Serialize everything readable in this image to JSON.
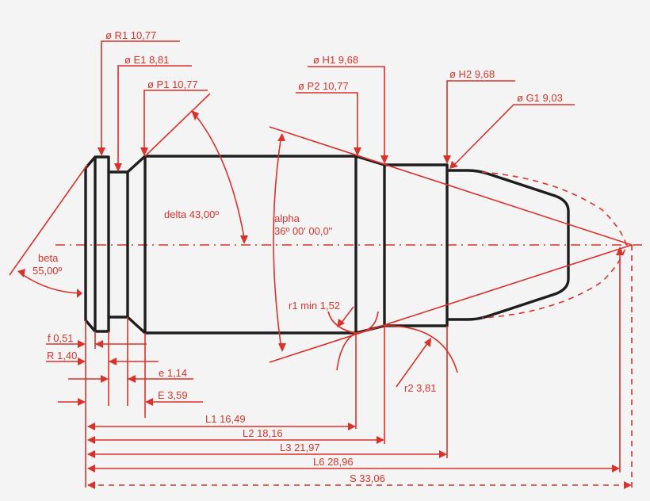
{
  "colors": {
    "dimension": "#d9322b",
    "outline": "#1e1e1e",
    "background": "#f5f4f4"
  },
  "diameters": {
    "R1": {
      "label": "ø R1  10,77",
      "value": "10,77"
    },
    "E1": {
      "label": "ø E1  8,81",
      "value": "8,81"
    },
    "P1": {
      "label": "ø P1  10,77",
      "value": "10,77"
    },
    "H1": {
      "label": "ø H1  9,68",
      "value": "9,68"
    },
    "P2": {
      "label": "ø P2  10,77",
      "value": "10,77"
    },
    "H2": {
      "label": "ø H2  9,68",
      "value": "9,68"
    },
    "G1": {
      "label": "ø G1  9,03",
      "value": "9,03"
    }
  },
  "angles": {
    "delta": {
      "name": "delta",
      "value": "43,00º",
      "label": "delta  43,00º"
    },
    "alpha": {
      "name": "alpha",
      "value": "36º 00' 00,0\""
    },
    "beta": {
      "name": "beta",
      "value": "55,00º"
    }
  },
  "radii": {
    "r1": {
      "label": "r1 min  1,52",
      "value": "1,52"
    },
    "r2": {
      "label": "r2  3,81",
      "value": "3,81"
    }
  },
  "base_dims": {
    "f": {
      "label": "f  0,51",
      "value": "0,51"
    },
    "R": {
      "label": "R  1,40",
      "value": "1,40"
    },
    "e": {
      "label": "e  1,14",
      "value": "1,14"
    },
    "E": {
      "label": "E  3,59",
      "value": "3,59"
    }
  },
  "lengths": {
    "L1": {
      "label": "L1  16,49",
      "value": "16,49"
    },
    "L2": {
      "label": "L2  18,16",
      "value": "18,16"
    },
    "L3": {
      "label": "L3  21,97",
      "value": "21,97"
    },
    "L6": {
      "label": "L6  28,96",
      "value": "28,96"
    },
    "S": {
      "label": "S  33,06",
      "value": "33,06"
    }
  }
}
